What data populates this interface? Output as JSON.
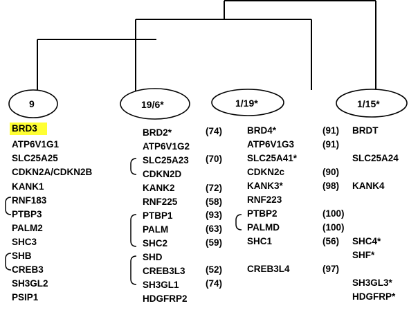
{
  "nodes": {
    "n1": "9",
    "n2": "19/6*",
    "n3": "1/19*",
    "n4": "1/15*"
  },
  "col1": {
    "r1": "BRD3",
    "r2": "ATP6V1G1",
    "r3": "SLC25A25",
    "r4": "CDKN2A/CDKN2B",
    "r5": "KANK1",
    "r6": "RNF183",
    "r7": "PTBP3",
    "r8": "PALM2",
    "r9": "SHC3",
    "r10": "SHB",
    "r11": "CREB3",
    "r12": "SH3GL2",
    "r13": "PSIP1"
  },
  "col2": {
    "r1": "BRD2*",
    "r2": "ATP6V1G2",
    "r3": "SLC25A23",
    "r4": "CDKN2D",
    "r5": "KANK2",
    "r6": "RNF225",
    "r7": "PTBP1",
    "r8": "PALM",
    "r9": "SHC2",
    "r10": "SHD",
    "r11": "CREB3L3",
    "r12": "SH3GL1",
    "r13": "HDGFRP2"
  },
  "col2num": {
    "r1": "(74)",
    "r3": "(70)",
    "r5": "(72)",
    "r6": "(58)",
    "r7": "(93)",
    "r8": "(63)",
    "r9": "(59)",
    "r11": "(52)",
    "r12": "(74)"
  },
  "col3": {
    "r1": "BRD4*",
    "r2": "ATP6V1G3",
    "r3": "SLC25A41*",
    "r4": "CDKN2c",
    "r5": "KANK3*",
    "r6": "RNF223",
    "r7": "PTBP2",
    "r8": "PALMD",
    "r9": "SHC1",
    "r11": "CREB3L4"
  },
  "col3num": {
    "r1": "(91)",
    "r2": "(91)",
    "r4": "(90)",
    "r5": "(98)",
    "r7": "(100)",
    "r8": "(100)",
    "r9": "(56)",
    "r11": "(97)"
  },
  "col4": {
    "r1": "BRDT",
    "r3": "SLC25A24",
    "r5": "KANK4",
    "r9": "SHC4*",
    "r10": "SHF*",
    "r12": "SH3GL3*",
    "r13": "HDGFRP*"
  },
  "colors": {
    "highlight": "#ffff33",
    "line": "#000000"
  }
}
